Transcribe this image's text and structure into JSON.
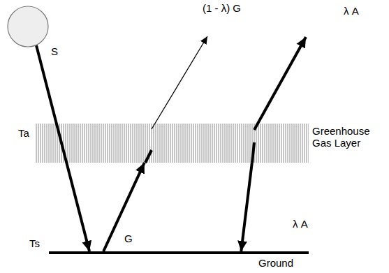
{
  "diagram": {
    "nodes": [
      {
        "text": [
          "S"
        ]
      },
      {
        "text": [
          "Ta",
          "Greenhouse Gas Layer"
        ]
      },
      {
        "text": [
          "Ts",
          "Ground"
        ]
      }
    ],
    "edges": [
      {
        "from": 0,
        "to": 2,
        "arrow": "to"
      },
      {
        "from": 2,
        "to": 1,
        "arrow": "to",
        "label": "G"
      },
      {
        "from": 1,
        "to": 2,
        "arrow": "to",
        "label": "λ A"
      }
    ],
    "labels": [
      "(1 - λ) G",
      "λ A"
    ]
  }
}
